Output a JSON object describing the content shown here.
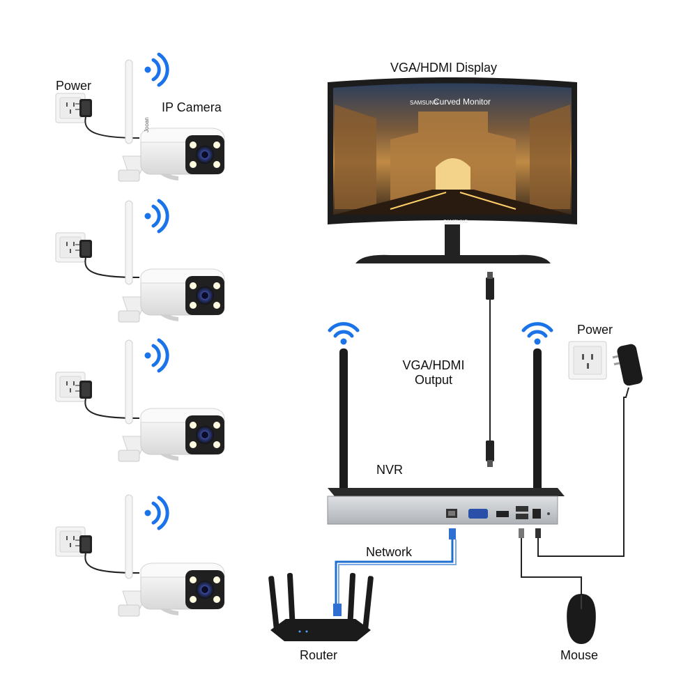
{
  "labels": {
    "display": "VGA/HDMI Display",
    "power_left": "Power",
    "ip_camera": "IP Camera",
    "vga_hdmi_output_line1": "VGA/HDMI",
    "vga_hdmi_output_line2": "Output",
    "power_right": "Power",
    "nvr": "NVR",
    "network": "Network",
    "router": "Router",
    "mouse": "Mouse"
  },
  "monitor": {
    "brand_small": "SAMSUNG",
    "screen_title": "Curved Monitor",
    "bezel_brand": "SAMSUNG"
  },
  "camera": {
    "brand_text": "Jooan"
  },
  "colors": {
    "wifi_blue": "#1a73e8",
    "network_cable_blue": "#1f6fd1",
    "device_black": "#1b1b1b",
    "nvr_silver": "#c9ccd0",
    "camera_white": "#f2f2f2"
  },
  "icons": [
    "wifi-icon",
    "power-outlet-icon",
    "power-adapter-icon",
    "ip-camera-icon",
    "monitor-icon",
    "nvr-icon",
    "router-icon",
    "mouse-icon",
    "hdmi-cable-icon",
    "ethernet-cable-icon"
  ]
}
